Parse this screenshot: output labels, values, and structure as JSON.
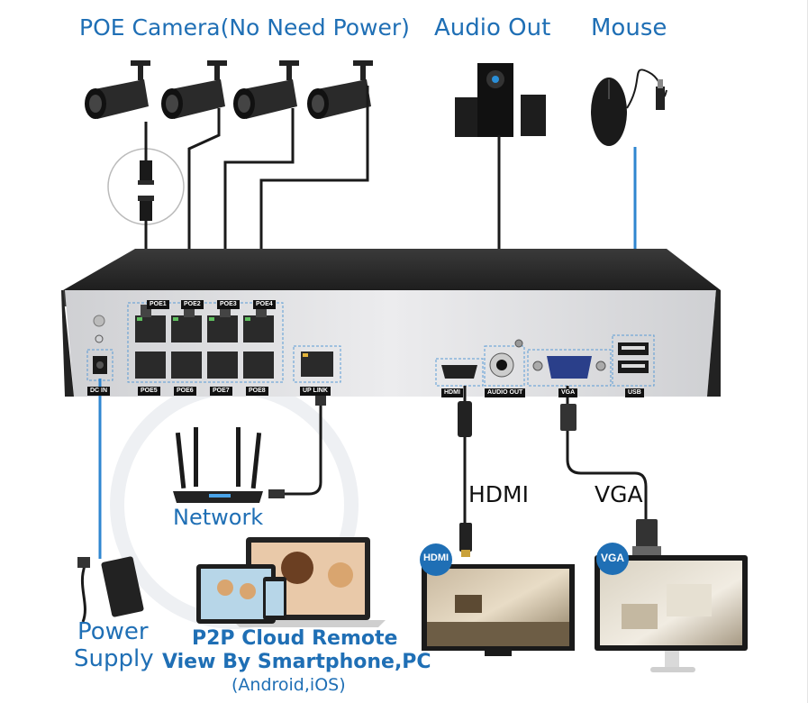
{
  "labels": {
    "poe_camera": "POE Camera(No Need Power)",
    "audio_out": "Audio Out",
    "mouse": "Mouse",
    "network": "Network",
    "hdmi": "HDMI",
    "vga": "VGA",
    "power_supply_line1": "Power",
    "power_supply_line2": "Supply",
    "p2p_line1": "P2P Cloud Remote",
    "p2p_line2": "View By Smartphone,PC",
    "p2p_line3": "(Android,iOS)"
  },
  "ports": {
    "poe_top": [
      "POE1",
      "POE2",
      "POE3",
      "POE4"
    ],
    "poe_bottom": [
      "POE5",
      "POE6",
      "POE7",
      "POE8"
    ],
    "dc_in": "DC IN",
    "uplink": "UP LINK",
    "hdmi": "HDMI",
    "audio_out": "AUDIO OUT",
    "vga": "VGA",
    "usb": "USB"
  },
  "badges": {
    "hdmi": "HDMI",
    "vga": "VGA"
  },
  "colors": {
    "label_blue": "#1f6fb5",
    "cable": "#1a1a1a",
    "nvr_top": "#2b2b2b",
    "nvr_front": "#dfe0e2",
    "highlight_box": "#5a9bd5"
  }
}
